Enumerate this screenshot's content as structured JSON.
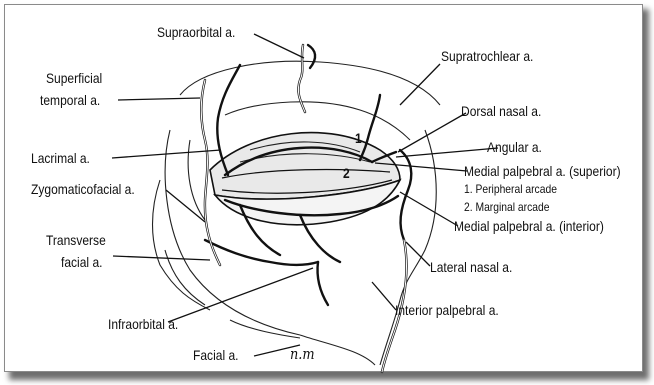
{
  "labels": {
    "supraorbital": "Supraorbital a.",
    "supratrochlear": "Supratrochlear a.",
    "superficial_temporal_1": "Superficial",
    "superficial_temporal_2": "temporal a.",
    "dorsal_nasal": "Dorsal nasal a.",
    "lacrimal": "Lacrimal a.",
    "angular": "Angular a.",
    "zygomaticofacial": "Zygomaticofacial a.",
    "medial_palpebral_superior": "Medial palpebral a. (superior)",
    "peripheral_arcade": "1. Peripheral arcade",
    "marginal_arcade": "2. Marginal arcade",
    "transverse_facial_1": "Transverse",
    "transverse_facial_2": "facial a.",
    "medial_palpebral_interior": "Medial palpebral a. (interior)",
    "lateral_nasal": "Lateral nasal a.",
    "interior_palpebral": "Interior palpebral a.",
    "infraorbital": "Infraorbital a.",
    "facial": "Facial a.",
    "marker_1": "1",
    "marker_2": "2",
    "signature": "n.m"
  }
}
